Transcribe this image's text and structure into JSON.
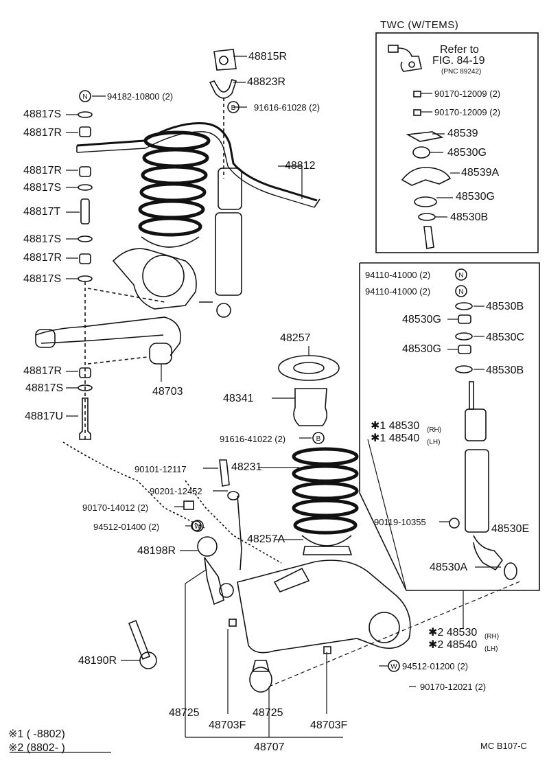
{
  "labels": {
    "twc_header": "TWC (W/TEMS)",
    "refer_to": "Refer to",
    "fig_ref": "FIG. 84-19",
    "pnc_ref": "(PNC 89242)",
    "p48815R": "48815R",
    "p48823R": "48823R",
    "p94182": "94182-10800 (2)",
    "p91616_61028": "91616-61028 (2)",
    "p48817S_1": "48817S",
    "p48817R_1": "48817R",
    "p48812": "48812",
    "p48817R_2": "48817R",
    "p48817S_2": "48817S",
    "p48817T": "48817T",
    "p48817S_3": "48817S",
    "p48817R_3": "48817R",
    "p48817S_4": "48817S",
    "p48817R_4": "48817R",
    "p48817S_5": "48817S",
    "p48817U": "48817U",
    "p48703_top": "48703",
    "p90170_12009_a": "90170-12009 (2)",
    "p90170_12009_b": "90170-12009 (2)",
    "p48539": "48539",
    "p48530G_tw1": "48530G",
    "p48539A": "48539A",
    "p48530G_tw2": "48530G",
    "p48530B_tw": "48530B",
    "p94110_a": "94110-41000 (2)",
    "p94110_b": "94110-41000 (2)",
    "p48530B_1": "48530B",
    "p48530G_1": "48530G",
    "p48530C": "48530C",
    "p48530G_2": "48530G",
    "p48530B_2": "48530B",
    "star1_rh": "✱1 48530",
    "star1_rh_tag": "(RH)",
    "star1_lh": "✱1 48540",
    "star1_lh_tag": "(LH)",
    "p90119": "90119-10355",
    "p48530E": "48530E",
    "p48530A": "48530A",
    "p48257": "48257",
    "p48341": "48341",
    "p91616_41022": "91616-41022 (2)",
    "p90101": "90101-12117",
    "p48231": "48231",
    "p90201": "90201-12452",
    "p90170_14012": "90170-14012 (2)",
    "p94512_01400": "94512-01400 (2)",
    "p48198R": "48198R",
    "p48257A": "48257A",
    "star2_rh": "✱2 48530",
    "star2_rh_tag": "(RH)",
    "star2_lh": "✱2 48540",
    "star2_lh_tag": "(LH)",
    "p94512_01200": "94512-01200 (2)",
    "p90170_12021": "90170-12021 (2)",
    "p48190R": "48190R",
    "p48725_a": "48725",
    "p48725_b": "48725",
    "p48703F_a": "48703F",
    "p48703F_b": "48703F",
    "p48707": "48707",
    "note1": "※1 (       -8802)",
    "note2": "※2 (8802-        )",
    "code": "MC B107-C"
  },
  "symbols": {
    "nut_marker": "N",
    "bolt_marker": "B",
    "washer_marker": "W"
  }
}
